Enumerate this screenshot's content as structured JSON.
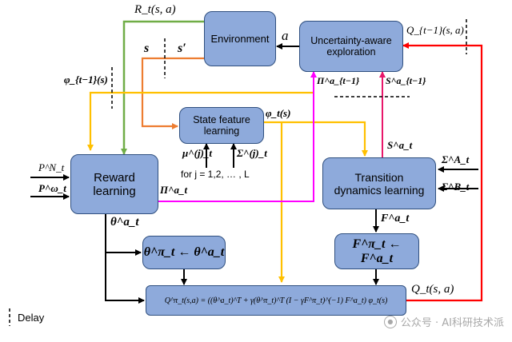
{
  "boxes": {
    "environment": "Environment",
    "exploration": "Uncertainty-aware\nexploration",
    "state_feature": "State feature\nlearning",
    "reward": "Reward\nlearning",
    "transition": "Transition\ndynamics learning",
    "theta_update": "θ^π_t ← θ^a_t",
    "f_update": "F^π_t ← F^a_t",
    "q_equation": "Q^π_t(s,a) = ((θ^a_t)^T + γ(θ^π_t)^T (I − γF^π_t)^(−1) F^a_t) φ_t(s)"
  },
  "labels": {
    "reward_signal": "R_t(s, a)",
    "action": "a",
    "q_prev": "Q_{t−1}(s, a)",
    "state": "s",
    "next_state": "s′",
    "phi_prev": "φ_{t−1}(s)",
    "pi_prev": "Π^a_{t−1}",
    "s_prev": "S^a_{t−1}",
    "phi_t": "φ_t(s)",
    "mu": "μ^(j)_t",
    "sigma_j": "Σ^(j)_t",
    "j_range": "for j = 1,2, … , L",
    "s_t": "S^a_t",
    "p_n": "P^N_t",
    "p_omega": "P^ω_t",
    "pi_t": "Π^a_t",
    "sigma_a": "Σ^A_t",
    "sigma_b": "Σ^B_t",
    "theta_t": "θ^a_t",
    "f_t": "F^a_t",
    "q_t": "Q_t(s, a)",
    "delay": "Delay"
  },
  "watermark": "公众号 · AI科研技术派",
  "colors": {
    "box_fill": "#8eaadb",
    "box_border": "#2f4f7f",
    "green": "#70ad47",
    "orange": "#ed7d31",
    "yellow": "#ffc000",
    "magenta": "#ff00ff",
    "crimson": "#e8176a",
    "red": "#ff0000",
    "black": "#000000"
  }
}
